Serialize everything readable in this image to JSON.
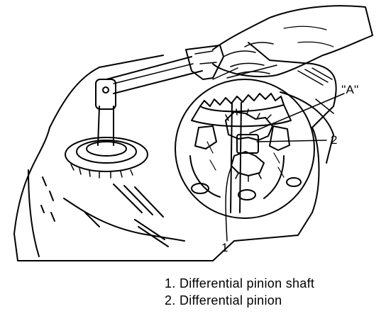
{
  "callouts": {
    "a": "''A''",
    "two": "2",
    "one": "1"
  },
  "legend": [
    {
      "number": "1.",
      "text": "Differential pinion shaft"
    },
    {
      "number": "2.",
      "text": "Differential pinion"
    }
  ]
}
